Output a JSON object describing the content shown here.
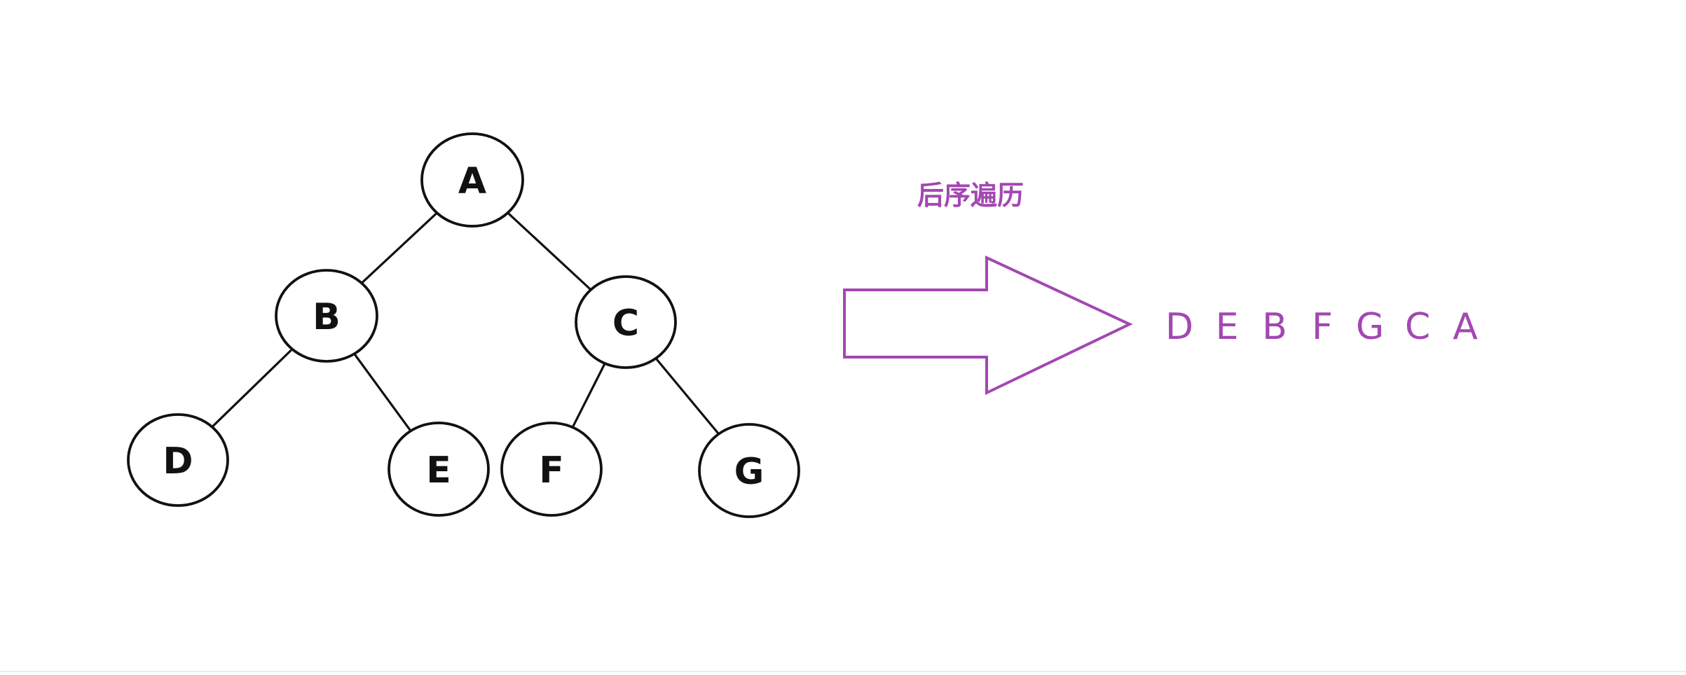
{
  "tree": {
    "nodes": [
      {
        "id": "A",
        "label": "A"
      },
      {
        "id": "B",
        "label": "B"
      },
      {
        "id": "C",
        "label": "C"
      },
      {
        "id": "D",
        "label": "D"
      },
      {
        "id": "E",
        "label": "E"
      },
      {
        "id": "F",
        "label": "F"
      },
      {
        "id": "G",
        "label": "G"
      }
    ],
    "edges": [
      [
        "A",
        "B"
      ],
      [
        "A",
        "C"
      ],
      [
        "B",
        "D"
      ],
      [
        "B",
        "E"
      ],
      [
        "C",
        "F"
      ],
      [
        "C",
        "G"
      ]
    ]
  },
  "traversal": {
    "title": "后序遍历",
    "sequence": [
      "D",
      "E",
      "B",
      "F",
      "G",
      "C",
      "A"
    ]
  },
  "colors": {
    "accent": "#a347b2",
    "stroke": "#111111"
  }
}
